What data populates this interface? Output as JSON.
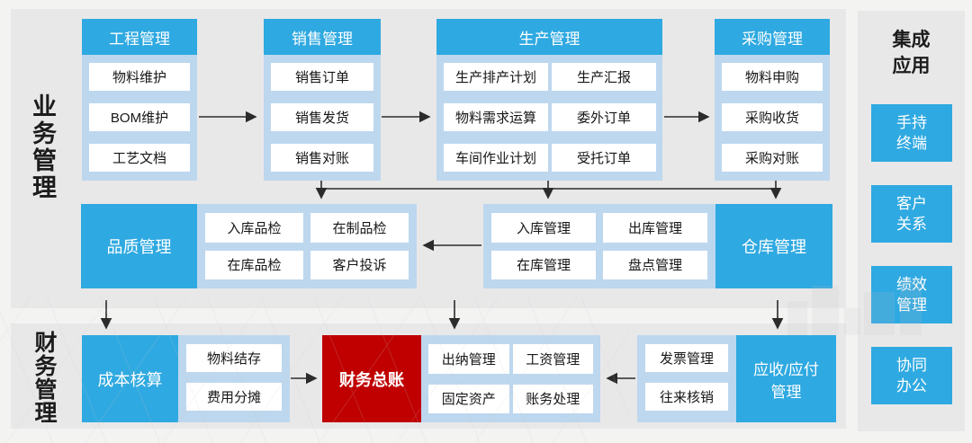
{
  "colors": {
    "module_blue": "#2fa9e1",
    "container_blue": "#bdd7ee",
    "ledger_red": "#c00000",
    "panel_gray": "#e9e8e8",
    "text_dark": "#1c1c1c"
  },
  "sections": {
    "business_label": "业务管理",
    "finance_label": "财务管理"
  },
  "engineering": {
    "title": "工程管理",
    "items": [
      "物料维护",
      "BOM维护",
      "工艺文档"
    ]
  },
  "sales": {
    "title": "销售管理",
    "items": [
      "销售订单",
      "销售发货",
      "销售对账"
    ]
  },
  "production": {
    "title": "生产管理",
    "col1": [
      "生产排产计划",
      "物料需求运算",
      "车间作业计划"
    ],
    "col2": [
      "生产汇报",
      "委外订单",
      "受托订单"
    ]
  },
  "procurement": {
    "title": "采购管理",
    "items": [
      "物料申购",
      "采购收货",
      "采购对账"
    ]
  },
  "quality": {
    "title": "品质管理",
    "items": [
      "入库品检",
      "在制品检",
      "在库品检",
      "客户投诉"
    ]
  },
  "warehouse": {
    "title": "仓库管理",
    "items": [
      "入库管理",
      "出库管理",
      "在库管理",
      "盘点管理"
    ]
  },
  "cost": {
    "title": "成本核算",
    "items": [
      "物料结存",
      "费用分摊"
    ]
  },
  "ledger": {
    "title": "财务总账"
  },
  "finance_ops": {
    "items": [
      "出纳管理",
      "工资管理",
      "固定资产",
      "账务处理"
    ]
  },
  "receivable": {
    "title": "应收/应付\n管理",
    "items": [
      "发票管理",
      "往来核销"
    ]
  },
  "integration": {
    "title": "集成\n应用",
    "items": [
      "手持\n终端",
      "客户\n关系",
      "绩效\n管理",
      "协同\n办公"
    ]
  }
}
